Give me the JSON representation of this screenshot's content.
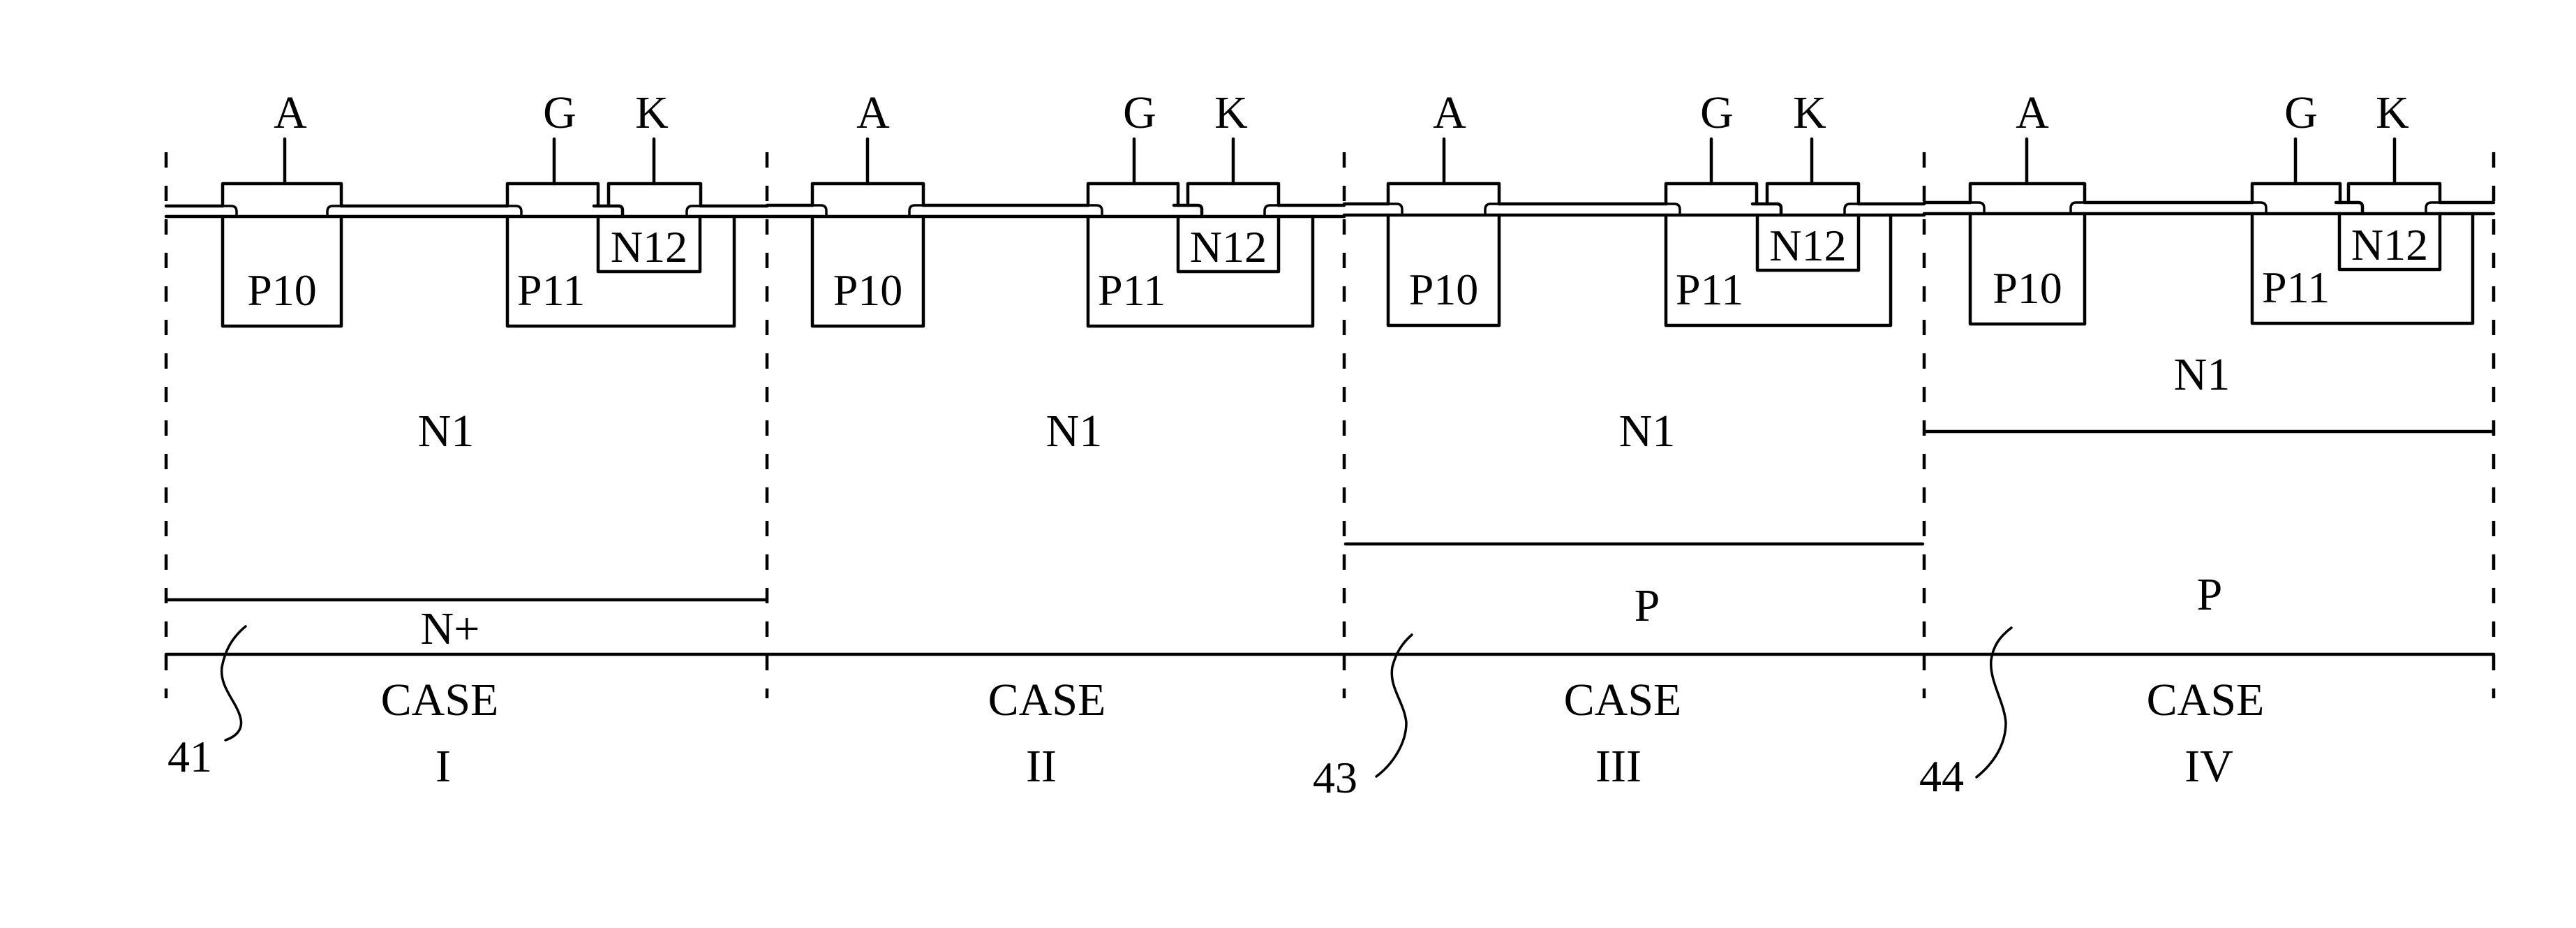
{
  "figure": {
    "type": "semiconductor cross-section comparison",
    "background": "#ffffff",
    "ink": "#000000",
    "cases": [
      {
        "id": "case-1",
        "terminals": [
          "A",
          "G",
          "K"
        ],
        "regions": {
          "p10": "P10",
          "p11": "P11",
          "n12": "N12"
        },
        "layers": [
          {
            "name": "drift",
            "label": "N1"
          },
          {
            "name": "bottom",
            "label": "N+"
          }
        ],
        "caption": {
          "line1": "CASE",
          "line2": "I"
        },
        "reference": "41"
      },
      {
        "id": "case-2",
        "terminals": [
          "A",
          "G",
          "K"
        ],
        "regions": {
          "p10": "P10",
          "p11": "P11",
          "n12": "N12"
        },
        "layers": [
          {
            "name": "drift",
            "label": "N1"
          }
        ],
        "caption": {
          "line1": "CASE",
          "line2": "II"
        },
        "reference": ""
      },
      {
        "id": "case-3",
        "terminals": [
          "A",
          "G",
          "K"
        ],
        "regions": {
          "p10": "P10",
          "p11": "P11",
          "n12": "N12"
        },
        "layers": [
          {
            "name": "drift",
            "label": "N1"
          },
          {
            "name": "bottom",
            "label": "P"
          }
        ],
        "caption": {
          "line1": "CASE",
          "line2": "III"
        },
        "reference": "43"
      },
      {
        "id": "case-4",
        "terminals": [
          "A",
          "G",
          "K"
        ],
        "regions": {
          "p10": "P10",
          "p11": "P11",
          "n12": "N12"
        },
        "layers": [
          {
            "name": "drift",
            "label": "N1"
          },
          {
            "name": "bottom",
            "label": "P"
          }
        ],
        "caption": {
          "line1": "CASE",
          "line2": "IV"
        },
        "reference": "44"
      }
    ]
  }
}
